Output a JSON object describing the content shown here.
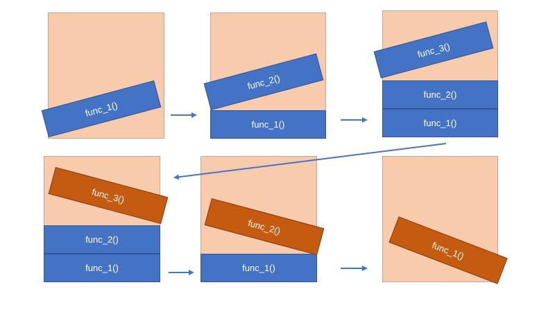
{
  "colors": {
    "panel_bg": "#f8cbad",
    "push_block": "#4472c4",
    "pop_block": "#c55a11",
    "arrow": "#4472c4"
  },
  "panels": [
    {
      "falling": "func_1()",
      "stack": []
    },
    {
      "falling": "func_2()",
      "stack": [
        "func_1()"
      ]
    },
    {
      "falling": "func_3()",
      "stack": [
        "func_2()",
        "func_1()"
      ]
    },
    {
      "falling": "func_3()",
      "stack": [
        "func_2()",
        "func_1()"
      ]
    },
    {
      "falling": "func_2()",
      "stack": [
        "func_1()"
      ]
    },
    {
      "falling": "func_1()",
      "stack": []
    }
  ]
}
